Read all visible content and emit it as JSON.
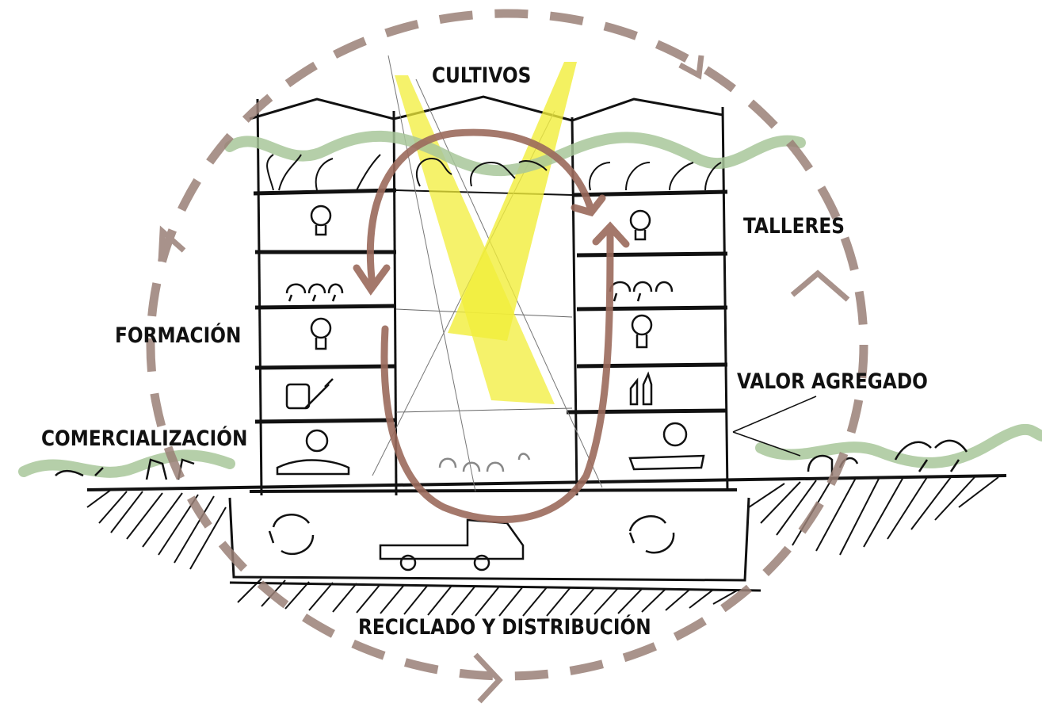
{
  "diagram": {
    "labels": {
      "cultivos": "CULTIVOS",
      "talleres": "TALLERES",
      "formacion": "FORMACIÓN",
      "valor_agregado": "VALOR AGREGADO",
      "comercializacion": "COMERCIALIZACIÓN",
      "reciclado": "RECICLADO Y DISTRIBUCIÓN"
    },
    "colors": {
      "cycle": "#9a8077",
      "inner_arrow": "#9b6a5c",
      "vegetation": "#a8c79a",
      "sunlight": "#f1ee3a",
      "ink": "#111111"
    },
    "icons": [
      "lightbulb-icon",
      "people-icon",
      "jar-carrot-icon",
      "bottles-icon",
      "coin-hand-icon",
      "recycle-icon",
      "truck-icon",
      "plant-icon"
    ]
  }
}
